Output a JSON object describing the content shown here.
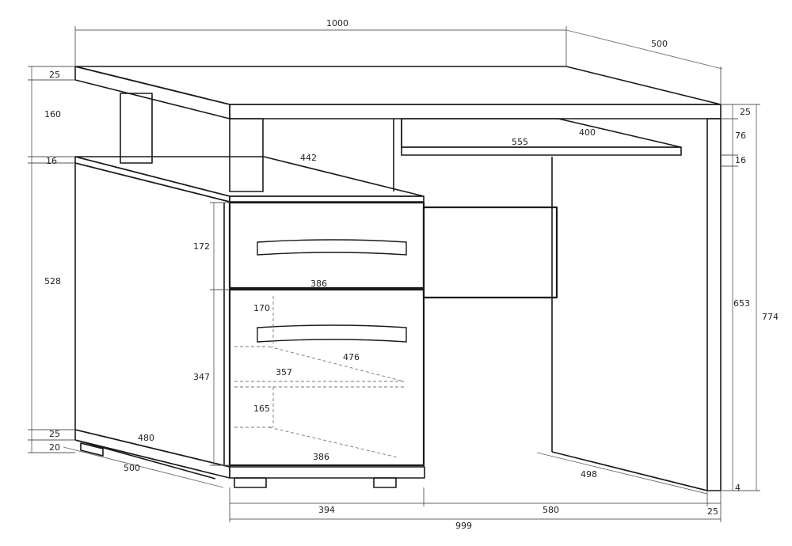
{
  "dimensions": {
    "top_width": "1000",
    "top_depth": "500",
    "top_thick_left": "25",
    "upper_height": "160",
    "shelf_thick_left": "16",
    "cabinet_height": "528",
    "base_left": "25",
    "feet_left": "20",
    "top_thick_right": "25",
    "gap_right": "76",
    "shelf_thick_right": "16",
    "leg_height": "653",
    "total_height": "774",
    "foot_right": "4",
    "keyboard_shelf_width": "555",
    "keyboard_shelf_depth": "400",
    "upper_shelf_depth": "442",
    "drawer1_height": "172",
    "drawer_width_top": "386",
    "drawer2_inner_height": "170",
    "drawer_depth": "476",
    "inner_shelf_width": "357",
    "cabinet_lower_height": "347",
    "bottom_inner_height": "165",
    "cabinet_side_depth": "480",
    "cabinet_depth": "500",
    "drawer_width_bottom": "386",
    "right_leg_depth": "498",
    "bottom_cabinet_width": "394",
    "bottom_knee_width": "580",
    "bottom_leg_thick": "25",
    "bottom_total": "999"
  }
}
